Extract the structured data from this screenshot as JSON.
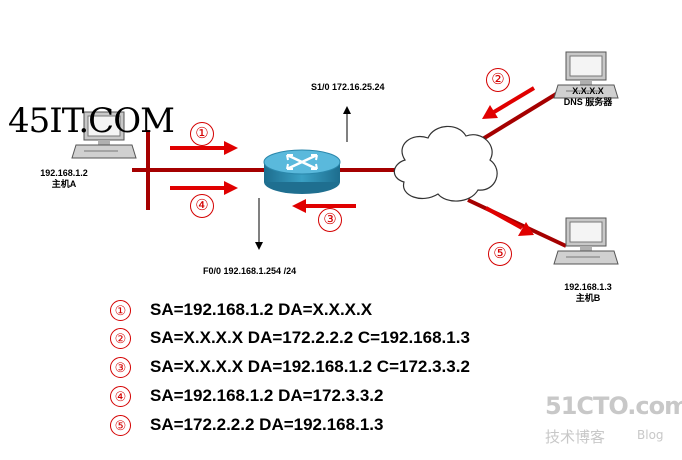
{
  "watermark": "45IT.COM",
  "host_a": {
    "ip": "192.168.1.2",
    "name": "主机A"
  },
  "host_b": {
    "ip": "192.168.1.3",
    "name": "主机B"
  },
  "dns": {
    "ip": "X.X.X.X",
    "name": "DNS 服务器"
  },
  "router": {
    "s10_label": "S1/0 172.16.25.24",
    "f00_label": "F0/0 192.168.1.254 /24"
  },
  "step_markers": [
    "①",
    "②",
    "③",
    "④",
    "⑤"
  ],
  "legend": [
    {
      "num": "①",
      "text": "SA=192.168.1.2 DA=X.X.X.X"
    },
    {
      "num": "②",
      "text": "SA=X.X.X.X DA=172.2.2.2 C=192.168.1.3"
    },
    {
      "num": "③",
      "text": "SA=X.X.X.X DA=192.168.1.2 C=172.3.3.2"
    },
    {
      "num": "④",
      "text": "SA=192.168.1.2 DA=172.3.3.2"
    },
    {
      "num": "⑤",
      "text": "SA=172.2.2.2 DA=192.168.1.3"
    }
  ],
  "brand": {
    "main": "51CTO.com",
    "sub": "技术博客",
    "blog": "Blog"
  },
  "colors": {
    "link": "#a50000",
    "arrow": "#e00000",
    "router": "#2f8fb4"
  }
}
